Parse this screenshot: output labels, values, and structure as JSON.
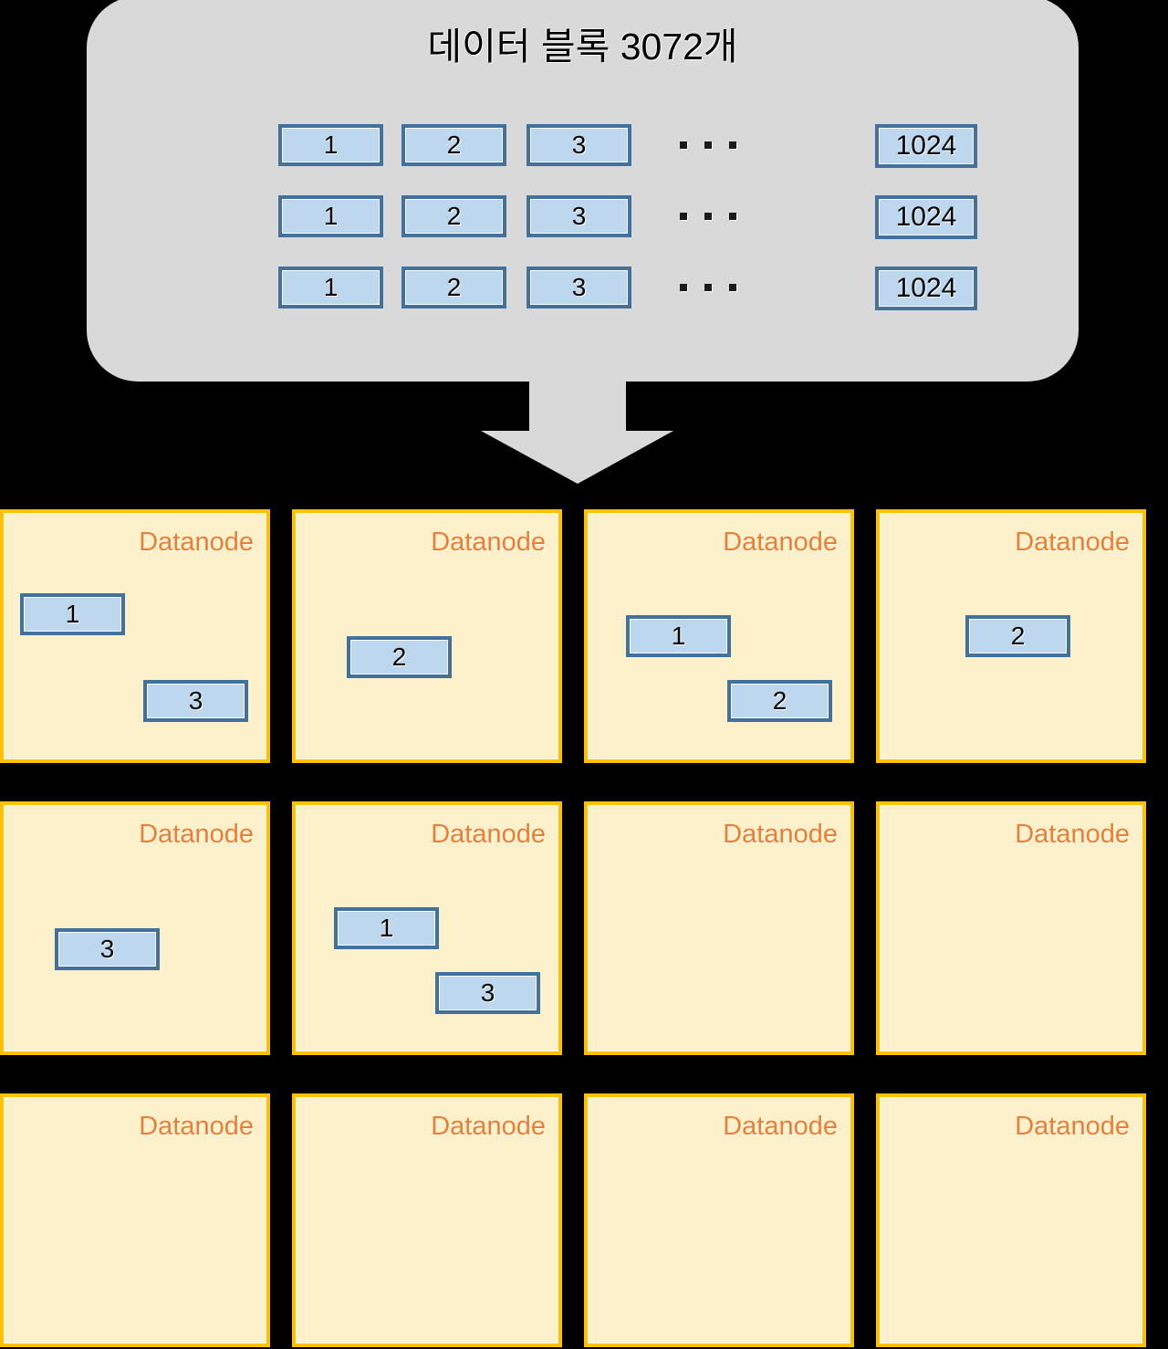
{
  "source_panel": {
    "title": "데이터 블록 3072개",
    "ellipsis_label": "...",
    "rows": [
      {
        "blocks": [
          "1",
          "2",
          "3"
        ],
        "tail": "1024"
      },
      {
        "blocks": [
          "1",
          "2",
          "3"
        ],
        "tail": "1024"
      },
      {
        "blocks": [
          "1",
          "2",
          "3"
        ],
        "tail": "1024"
      }
    ]
  },
  "arrow": {
    "name": "down-arrow",
    "color": "#d9d9d9"
  },
  "colors": {
    "background": "#000000",
    "panel": "#d9d9d9",
    "block_fill": "#bdd7ee",
    "block_border": "#41719c",
    "datanode_fill": "#fdf1cc",
    "datanode_border": "#ffc000",
    "datanode_label": "#ed7d31"
  },
  "cluster": {
    "node_label": "Datanode",
    "rows": [
      {
        "nodes": [
          {
            "label": "Datanode",
            "blocks": [
              {
                "value": "1",
                "slot": "a"
              },
              {
                "value": "3",
                "slot": "b"
              }
            ]
          },
          {
            "label": "Datanode",
            "blocks": [
              {
                "value": "2",
                "slot": "c"
              }
            ]
          },
          {
            "label": "Datanode",
            "blocks": [
              {
                "value": "1",
                "slot": "d"
              },
              {
                "value": "2",
                "slot": "b"
              }
            ]
          },
          {
            "label": "Datanode",
            "blocks": [
              {
                "value": "2",
                "slot": "e"
              }
            ]
          }
        ]
      },
      {
        "nodes": [
          {
            "label": "Datanode",
            "blocks": [
              {
                "value": "3",
                "slot": "c"
              }
            ]
          },
          {
            "label": "Datanode",
            "blocks": [
              {
                "value": "1",
                "slot": "d"
              },
              {
                "value": "3",
                "slot": "b"
              }
            ]
          },
          {
            "label": "Datanode",
            "blocks": []
          },
          {
            "label": "Datanode",
            "blocks": []
          }
        ]
      },
      {
        "nodes": [
          {
            "label": "Datanode",
            "blocks": []
          },
          {
            "label": "Datanode",
            "blocks": []
          },
          {
            "label": "Datanode",
            "blocks": []
          },
          {
            "label": "Datanode",
            "blocks": []
          }
        ]
      }
    ]
  }
}
